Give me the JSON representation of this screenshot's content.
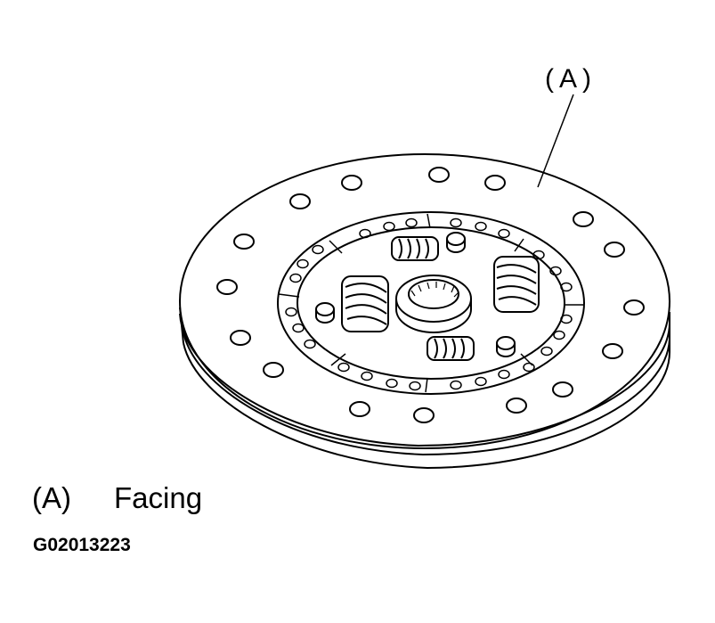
{
  "callout": {
    "label": "(A)"
  },
  "legend": {
    "key": "(A)",
    "text": "Facing"
  },
  "figure_code": "G02013223"
}
